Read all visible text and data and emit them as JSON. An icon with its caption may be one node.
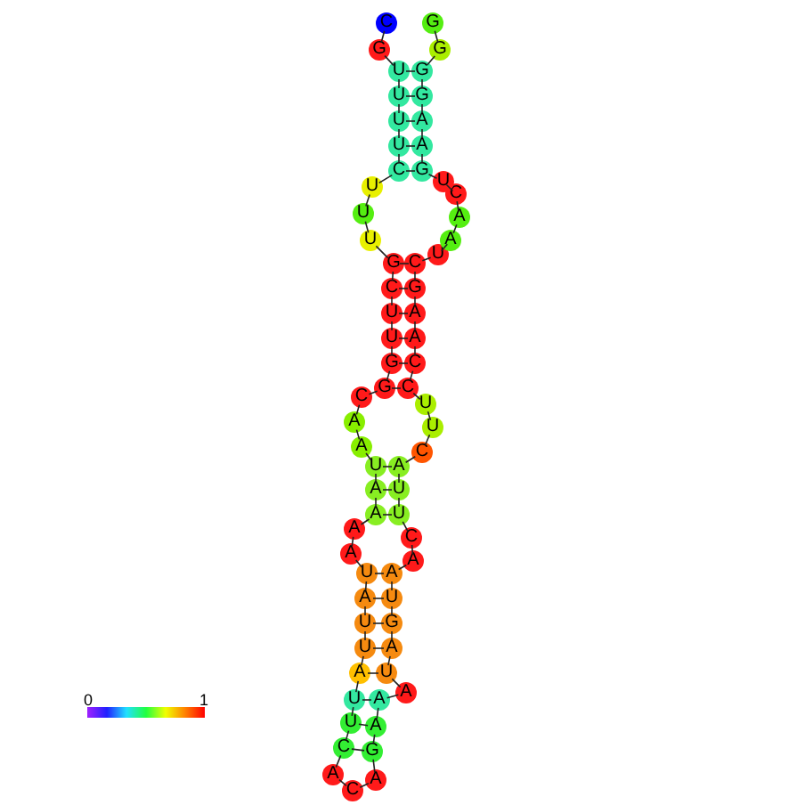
{
  "diagram": {
    "nodes": [
      {
        "text": [
          "C"
        ]
      },
      {
        "text": [
          "G"
        ]
      },
      {
        "text": [
          "U"
        ]
      },
      {
        "text": [
          "U"
        ]
      },
      {
        "text": [
          "U"
        ]
      },
      {
        "text": [
          "U"
        ]
      },
      {
        "text": [
          "C"
        ]
      },
      {
        "text": [
          "U"
        ]
      },
      {
        "text": [
          "U"
        ]
      },
      {
        "text": [
          "U"
        ]
      },
      {
        "text": [
          "G"
        ]
      },
      {
        "text": [
          "C"
        ]
      },
      {
        "text": [
          "U"
        ]
      },
      {
        "text": [
          "U"
        ]
      },
      {
        "text": [
          "G"
        ]
      },
      {
        "text": [
          "G"
        ]
      },
      {
        "text": [
          "C"
        ]
      },
      {
        "text": [
          "A"
        ]
      },
      {
        "text": [
          "A"
        ]
      },
      {
        "text": [
          "U"
        ]
      },
      {
        "text": [
          "A"
        ]
      },
      {
        "text": [
          "A"
        ]
      },
      {
        "text": [
          "A"
        ]
      },
      {
        "text": [
          "A"
        ]
      },
      {
        "text": [
          "U"
        ]
      },
      {
        "text": [
          "A"
        ]
      },
      {
        "text": [
          "U"
        ]
      },
      {
        "text": [
          "U"
        ]
      },
      {
        "text": [
          "A"
        ]
      },
      {
        "text": [
          "U"
        ]
      },
      {
        "text": [
          "U"
        ]
      },
      {
        "text": [
          "C"
        ]
      },
      {
        "text": [
          "A"
        ]
      },
      {
        "text": [
          "C"
        ]
      },
      {
        "text": [
          "A"
        ]
      },
      {
        "text": [
          "G"
        ]
      },
      {
        "text": [
          "A"
        ]
      },
      {
        "text": [
          "A"
        ]
      },
      {
        "text": [
          "A"
        ]
      },
      {
        "text": [
          "U"
        ]
      },
      {
        "text": [
          "A"
        ]
      },
      {
        "text": [
          "G"
        ]
      },
      {
        "text": [
          "U"
        ]
      },
      {
        "text": [
          "A"
        ]
      },
      {
        "text": [
          "A"
        ]
      },
      {
        "text": [
          "C"
        ]
      },
      {
        "text": [
          "U"
        ]
      },
      {
        "text": [
          "U"
        ]
      },
      {
        "text": [
          "A"
        ]
      },
      {
        "text": [
          "C"
        ]
      },
      {
        "text": [
          "U"
        ]
      },
      {
        "text": [
          "U"
        ]
      },
      {
        "text": [
          "C"
        ]
      },
      {
        "text": [
          "C"
        ]
      },
      {
        "text": [
          "A"
        ]
      },
      {
        "text": [
          "A"
        ]
      },
      {
        "text": [
          "G"
        ]
      },
      {
        "text": [
          "C"
        ]
      },
      {
        "text": [
          "U"
        ]
      },
      {
        "text": [
          "A"
        ]
      },
      {
        "text": [
          "A"
        ]
      },
      {
        "text": [
          "C"
        ]
      },
      {
        "text": [
          "U"
        ]
      },
      {
        "text": [
          "G"
        ]
      },
      {
        "text": [
          "A"
        ]
      },
      {
        "text": [
          "A"
        ]
      },
      {
        "text": [
          "G"
        ]
      },
      {
        "text": [
          "G"
        ]
      },
      {
        "text": [
          "G"
        ]
      },
      {
        "text": [
          "G"
        ]
      }
    ],
    "edges": [
      {
        "from": 0,
        "to": 1,
        "arrow": "none"
      },
      {
        "from": 1,
        "to": 2,
        "arrow": "none"
      },
      {
        "from": 2,
        "to": 3,
        "arrow": "none"
      },
      {
        "from": 3,
        "to": 4,
        "arrow": "none"
      },
      {
        "from": 4,
        "to": 5,
        "arrow": "none"
      },
      {
        "from": 5,
        "to": 6,
        "arrow": "none"
      },
      {
        "from": 6,
        "to": 7,
        "arrow": "none"
      },
      {
        "from": 7,
        "to": 8,
        "arrow": "none"
      },
      {
        "from": 8,
        "to": 9,
        "arrow": "none"
      },
      {
        "from": 9,
        "to": 10,
        "arrow": "none"
      },
      {
        "from": 10,
        "to": 11,
        "arrow": "none"
      },
      {
        "from": 11,
        "to": 12,
        "arrow": "none"
      },
      {
        "from": 12,
        "to": 13,
        "arrow": "none"
      },
      {
        "from": 13,
        "to": 14,
        "arrow": "none"
      },
      {
        "from": 14,
        "to": 15,
        "arrow": "none"
      },
      {
        "from": 15,
        "to": 16,
        "arrow": "none"
      },
      {
        "from": 16,
        "to": 17,
        "arrow": "none"
      },
      {
        "from": 17,
        "to": 18,
        "arrow": "none"
      },
      {
        "from": 18,
        "to": 19,
        "arrow": "none"
      },
      {
        "from": 19,
        "to": 20,
        "arrow": "none"
      },
      {
        "from": 20,
        "to": 21,
        "arrow": "none"
      },
      {
        "from": 21,
        "to": 22,
        "arrow": "none"
      },
      {
        "from": 22,
        "to": 23,
        "arrow": "none"
      },
      {
        "from": 23,
        "to": 24,
        "arrow": "none"
      },
      {
        "from": 24,
        "to": 25,
        "arrow": "none"
      },
      {
        "from": 25,
        "to": 26,
        "arrow": "none"
      },
      {
        "from": 26,
        "to": 27,
        "arrow": "none"
      },
      {
        "from": 27,
        "to": 28,
        "arrow": "none"
      },
      {
        "from": 28,
        "to": 29,
        "arrow": "none"
      },
      {
        "from": 29,
        "to": 30,
        "arrow": "none"
      },
      {
        "from": 30,
        "to": 31,
        "arrow": "none"
      },
      {
        "from": 31,
        "to": 32,
        "arrow": "none"
      },
      {
        "from": 32,
        "to": 33,
        "arrow": "none"
      },
      {
        "from": 33,
        "to": 34,
        "arrow": "none"
      },
      {
        "from": 34,
        "to": 35,
        "arrow": "none"
      },
      {
        "from": 35,
        "to": 36,
        "arrow": "none"
      },
      {
        "from": 36,
        "to": 37,
        "arrow": "none"
      },
      {
        "from": 37,
        "to": 38,
        "arrow": "none"
      },
      {
        "from": 38,
        "to": 39,
        "arrow": "none"
      },
      {
        "from": 39,
        "to": 40,
        "arrow": "none"
      },
      {
        "from": 40,
        "to": 41,
        "arrow": "none"
      },
      {
        "from": 41,
        "to": 42,
        "arrow": "none"
      },
      {
        "from": 42,
        "to": 43,
        "arrow": "none"
      },
      {
        "from": 43,
        "to": 44,
        "arrow": "none"
      },
      {
        "from": 44,
        "to": 45,
        "arrow": "none"
      },
      {
        "from": 45,
        "to": 46,
        "arrow": "none"
      },
      {
        "from": 46,
        "to": 47,
        "arrow": "none"
      },
      {
        "from": 47,
        "to": 48,
        "arrow": "none"
      },
      {
        "from": 48,
        "to": 49,
        "arrow": "none"
      },
      {
        "from": 49,
        "to": 50,
        "arrow": "none"
      },
      {
        "from": 50,
        "to": 51,
        "arrow": "none"
      },
      {
        "from": 51,
        "to": 52,
        "arrow": "none"
      },
      {
        "from": 52,
        "to": 53,
        "arrow": "none"
      },
      {
        "from": 53,
        "to": 54,
        "arrow": "none"
      },
      {
        "from": 54,
        "to": 55,
        "arrow": "none"
      },
      {
        "from": 55,
        "to": 56,
        "arrow": "none"
      },
      {
        "from": 56,
        "to": 57,
        "arrow": "none"
      },
      {
        "from": 57,
        "to": 58,
        "arrow": "none"
      },
      {
        "from": 58,
        "to": 59,
        "arrow": "none"
      },
      {
        "from": 59,
        "to": 60,
        "arrow": "none"
      },
      {
        "from": 60,
        "to": 61,
        "arrow": "none"
      },
      {
        "from": 61,
        "to": 62,
        "arrow": "none"
      },
      {
        "from": 62,
        "to": 63,
        "arrow": "none"
      },
      {
        "from": 63,
        "to": 64,
        "arrow": "none"
      },
      {
        "from": 64,
        "to": 65,
        "arrow": "none"
      },
      {
        "from": 65,
        "to": 66,
        "arrow": "none"
      },
      {
        "from": 66,
        "to": 67,
        "arrow": "none"
      },
      {
        "from": 67,
        "to": 68,
        "arrow": "none"
      },
      {
        "from": 68,
        "to": 69,
        "arrow": "none"
      },
      {
        "from": 2,
        "to": 67,
        "arrow": "none"
      },
      {
        "from": 3,
        "to": 66,
        "arrow": "none"
      },
      {
        "from": 4,
        "to": 65,
        "arrow": "none"
      },
      {
        "from": 5,
        "to": 64,
        "arrow": "none"
      },
      {
        "from": 6,
        "to": 63,
        "arrow": "none"
      },
      {
        "from": 10,
        "to": 57,
        "arrow": "none"
      },
      {
        "from": 11,
        "to": 56,
        "arrow": "none"
      },
      {
        "from": 12,
        "to": 55,
        "arrow": "none"
      },
      {
        "from": 13,
        "to": 54,
        "arrow": "none"
      },
      {
        "from": 14,
        "to": 53,
        "arrow": "none"
      },
      {
        "from": 15,
        "to": 52,
        "arrow": "none"
      },
      {
        "from": 19,
        "to": 48,
        "arrow": "none"
      },
      {
        "from": 20,
        "to": 47,
        "arrow": "none"
      },
      {
        "from": 21,
        "to": 46,
        "arrow": "none"
      },
      {
        "from": 24,
        "to": 43,
        "arrow": "none"
      },
      {
        "from": 25,
        "to": 42,
        "arrow": "none"
      },
      {
        "from": 26,
        "to": 41,
        "arrow": "none"
      },
      {
        "from": 27,
        "to": 40,
        "arrow": "none"
      },
      {
        "from": 28,
        "to": 39,
        "arrow": "none"
      },
      {
        "from": 29,
        "to": 37,
        "arrow": "none"
      },
      {
        "from": 30,
        "to": 36,
        "arrow": "none"
      },
      {
        "from": 31,
        "to": 35,
        "arrow": "none"
      }
    ],
    "labels": [
      "0",
      "1"
    ]
  }
}
